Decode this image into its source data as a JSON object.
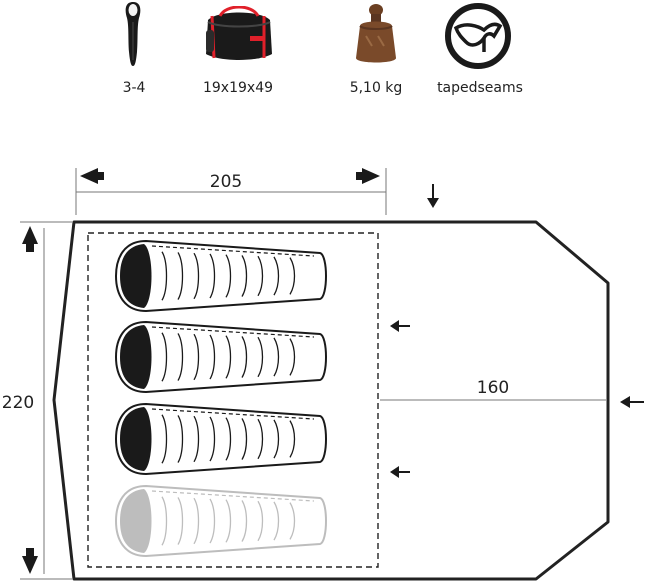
{
  "specs": {
    "capacity": "3-4",
    "pack_size": "19x19x49",
    "weight": "5,10 kg",
    "seams": "tapedseams"
  },
  "floorplan": {
    "inner_length": "205",
    "width": "220",
    "vestibule_length": "160",
    "sleeping_places": 4,
    "occupied_places": 3
  },
  "colors": {
    "outline": "#222222",
    "bag_dark": "#1a1a1a",
    "bag_ghost": "#bdbdbd",
    "bag_red": "#e0202a"
  },
  "icons": [
    "sleeping-bag-icon",
    "duffel-bag-icon",
    "weight-icon",
    "tapedseams-icon"
  ]
}
